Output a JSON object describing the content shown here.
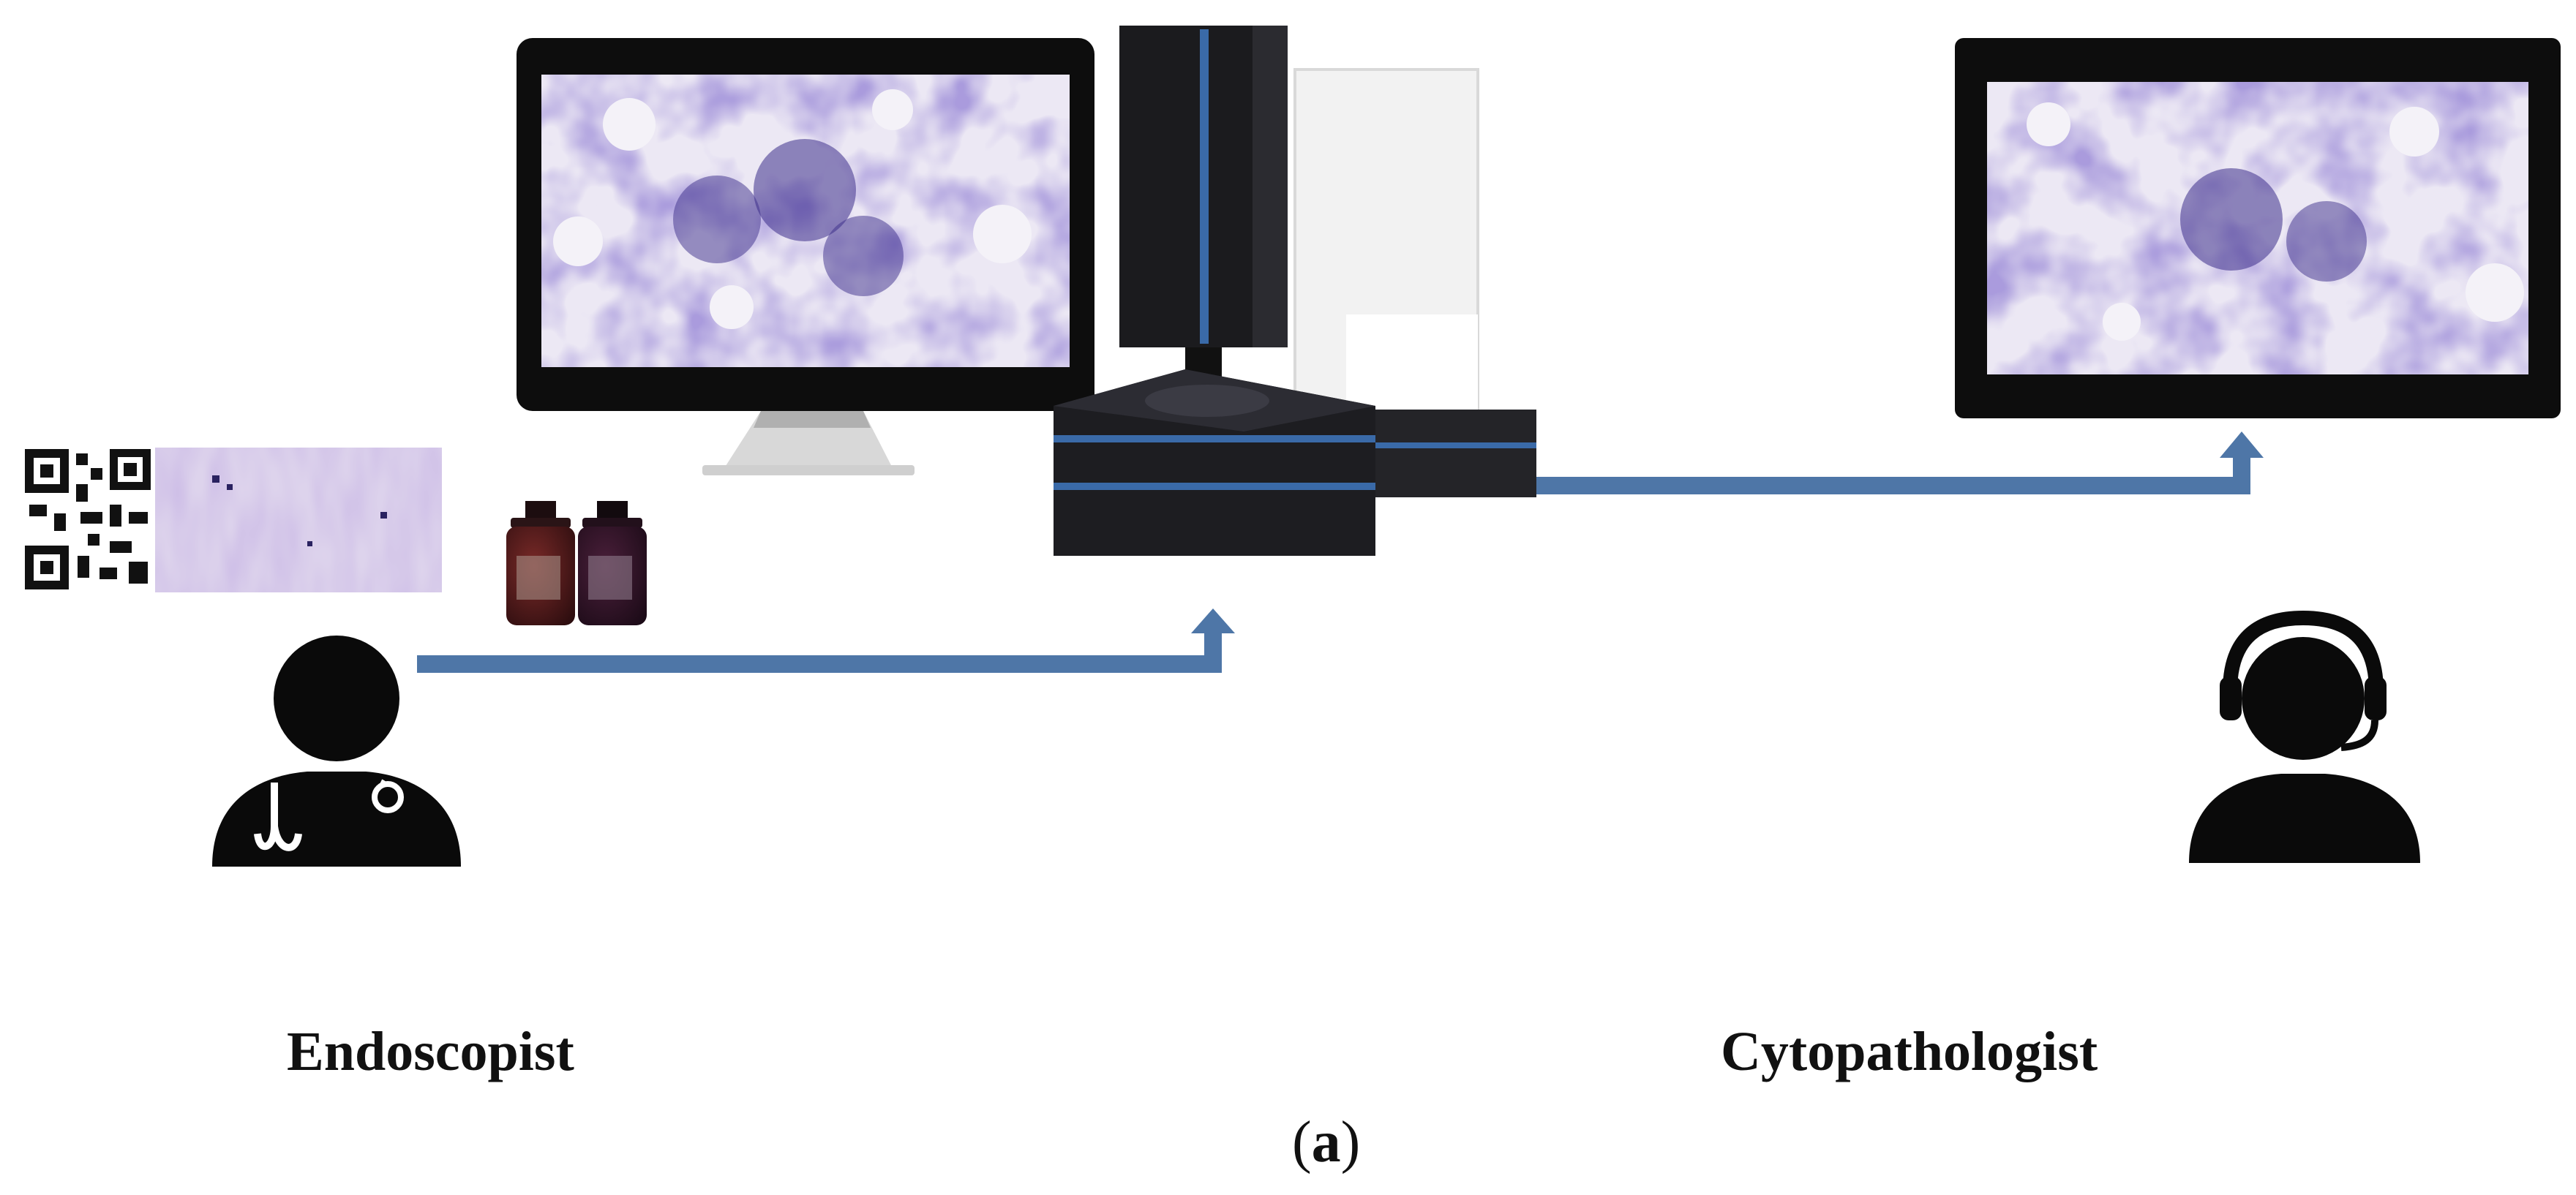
{
  "labels": {
    "endoscopist": "Endoscopist",
    "cytopathologist": "Cytopathologist",
    "caption_open": "(",
    "caption_letter": "a",
    "caption_close": ")"
  },
  "colors": {
    "arrow": "#4e76a7",
    "figure": "#0a0a0a",
    "monitor_bezel": "#0d0d0d",
    "slide_purple": "#6b55b8",
    "scanner_body": "#1b1b1e",
    "scanner_accent": "#3a6aa8"
  },
  "icons": {
    "endoscopist": "doctor-stethoscope-icon",
    "cytopathologist": "headset-operator-icon",
    "qr": "qr-code-icon"
  }
}
